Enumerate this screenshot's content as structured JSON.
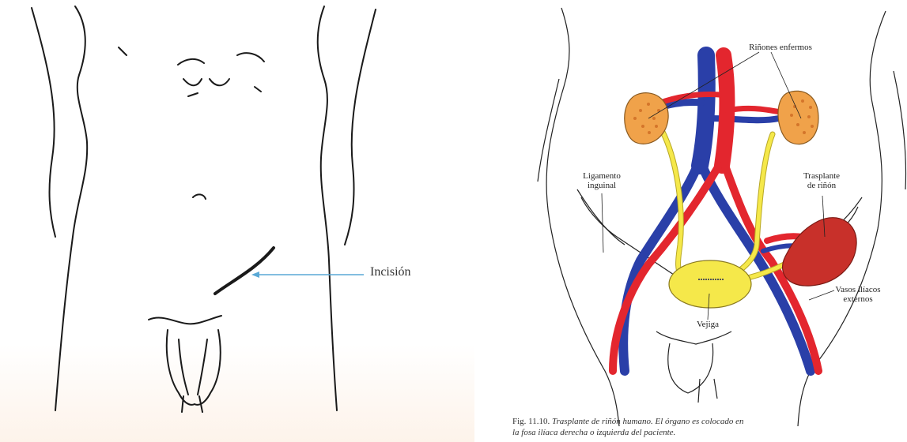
{
  "left": {
    "incision_label": "Incisión"
  },
  "right": {
    "labels": {
      "rinones": "Riñones enfermos",
      "ligamento_1": "Ligamento",
      "ligamento_2": "inguinal",
      "trasplante_1": "Trasplante",
      "trasplante_2": "de riñón",
      "vasos_1": "Vasos ilíacos",
      "vasos_2": "externos",
      "vejiga": "Vejiga"
    },
    "caption": {
      "fig": "Fig. 11.10.",
      "text_line1": "Trasplante de riñón humano. El órgano es colocado en",
      "text_line2": "la fosa ilíaca derecha o izquierda del paciente."
    }
  },
  "colors": {
    "artery": "#e3262e",
    "vein": "#2a3fa8",
    "ureter": "#f5e84a",
    "kidney_sick": "#f0a24a",
    "kidney_transplant": "#c8302a",
    "arrow": "#5aa9d6"
  }
}
